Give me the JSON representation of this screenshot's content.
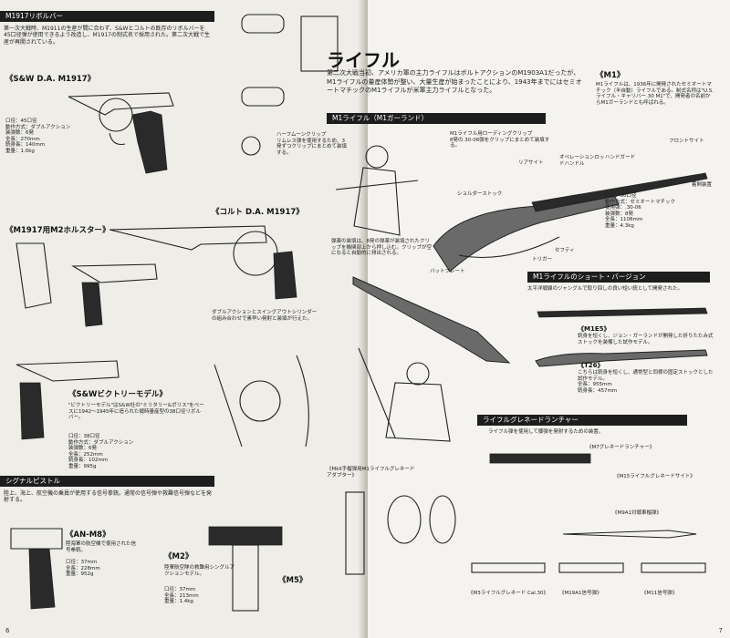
{
  "left": {
    "header_revolver": "M1917リボルバー",
    "intro_text": "第一次大戦時、M1911の生産が間に合わず、S&Wとコルトの既存のリボルバーを45口径弾が使用できるよう改造し、M1917の制式名で採用された。第二次大戦で生産が再開されている。",
    "sw_title": "《S&W D.A. M1917》",
    "sw_specs": "口径：45口径\n動作方式：ダブルアクション\n装弾数：6発\n全長：270mm\n銃身長：140mm\n重量：1.0kg",
    "half_moon_note": "ハーフムーンクリップ\nリムレス弾を使用するため、3発ずつクリップにまとめて装填する。",
    "colt_title": "《コルト D.A. M1917》",
    "holster_title": "《M1917用M2ホルスター》",
    "da_note": "ダブルアクションとスイングアウトシリンダーの組み合わせで素早い発射と装填が行えた。",
    "victory_title": "《S&Wビクトリーモデル》",
    "victory_text": "\"ビクトリーモデル\"はS&W社の\"ミリタリー&ポリス\"をベースに1942～1945年に造られた戦時量産型の38口径リボルバー。",
    "victory_specs": "口径：38口径\n動作方式：ダブルアクション\n装弾数：6発\n全長：252mm\n銃身長：102mm\n重量：995g",
    "header_signal": "シグナルピストル",
    "signal_text": "陸上、海上、航空機の乗員が使用する信号拳銃。通常の信号弾や救難信号弾などを発射する。",
    "anm8_title": "《AN-M8》",
    "anm8_text": "陸海軍の航空機で使用された信号拳銃。",
    "anm8_specs": "口径：37mm\n全長：228mm\n重量：952g",
    "m2_title": "《M2》",
    "m2_text": "陸軍航空隊の救難用シングルアクションモデル。",
    "m2_specs": "口径：37mm\n全長：213mm\n重量：1.4kg",
    "m5_title": "《M5》",
    "page_num": "6"
  },
  "right": {
    "title": "ライフル",
    "intro": "第二次大戦当初、アメリカ軍の主力ライフルはボルトアクションのM1903A1だったが、M1ライフルの量産体勢が整い、大量生産が始まったことにより、1943年までにはセミオートマチックのM1ライフルが米軍主力ライフルとなった。",
    "m1_title": "《M1》",
    "m1_text": "M1ライフルは、1936年に開発されたセミオートマチック（半自動）ライフルである。制式名称は\"U.S.ライフル・キャリバー.30 M1\"で、開発者の名前からM1ガーランドとも呼ばれる。",
    "header_garand": "M1ライフル（M1ガーランド）",
    "clip_note": "M1ライフル用ローディングクリップ\n8発の.30-06弾をクリップにまとめて装填する。",
    "labels": {
      "front_sight": "フロントサイト",
      "handguard": "ハンドガード",
      "op_rod": "オペレーションロッドハンドル",
      "rear_sight": "リアサイト",
      "shoulder_stock": "ショルダーストック",
      "safety": "セフティ",
      "trigger": "トリガー",
      "butt_plate": "バットプレート",
      "bayonet_lug": "着剣装置"
    },
    "m1_specs": "口径：30口径\n動作方式：セミオートマチック\n使用弾：.30-06\n装弾数：8発\n全長：1108mm\n重量：4.3kg",
    "empty_note": "弾薬の装填は、8発の弾薬が装填されたクリップを機関部上から押し込む。クリップが空になると自動的に排出される。",
    "header_short": "M1ライフルのショート・バージョン",
    "short_text": "太平洋戦線のジャングルで取り回しの良い短い銃として開発された。",
    "m1e5": "《M1E5》",
    "m1e5_text": "銃身を短くし、ジョン・ガーランドが開発した折りたたみ式ストックを装備した試作モデル。",
    "t26": "《T26》",
    "t26_text": "こちらは銃身を短くし、通常型と同様の固定ストックとした試作モデル。\n全長：955mm\n銃身長：457mm",
    "header_grenade": "ライフルグレネードランチャー",
    "grenade_text": "ライフル弾を使用して擲弾を発射するための装置。",
    "m7": "《M7グレネードランチャー》",
    "m15": "《M15ライフルグレネードサイト》",
    "mk2": "《MkII手榴弾用M1ライフルグレネードアダプター》",
    "m9a1": "《M9A1対戦車榴弾》",
    "m3": "《M3ライフルグレネード Cal.30》",
    "m19a1": "《M19A1信号弾》",
    "m11": "《M11信号弾》",
    "page_num": "7"
  }
}
